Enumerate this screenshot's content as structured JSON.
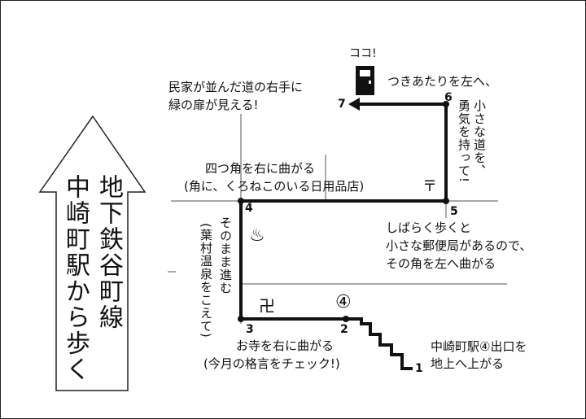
{
  "title_col1": "地下鉄谷町線",
  "title_col2": "中崎町駅から歩く",
  "goal_label": "ココ!",
  "points": {
    "p1": "1",
    "p2": "2",
    "p3": "3",
    "p4": "4",
    "p5": "5",
    "p6": "6",
    "p7": "7"
  },
  "exit_mark": "④",
  "temple_mark": "卍",
  "hotspring_mark": "♨",
  "post_office_mark": "〒",
  "notes": {
    "step1": [
      "中崎町駅④出口を",
      "地上へ上がる"
    ],
    "step3": [
      "お寺を右に曲がる",
      "(今月の格言をチェック!)"
    ],
    "step3_4": "そのまま進む",
    "step3_4_paren": "(葉村温泉をこえて)",
    "step4": [
      "四つ角を右に曲がる",
      "(角に、くろねこのいる日用品店)"
    ],
    "step5": [
      "しばらく歩くと",
      "小さな郵便局があるので、",
      "その角を左へ曲がる"
    ],
    "step5_6": [
      "小さな道を、",
      "勇気を持って!"
    ],
    "step6": "つきあたりを左へ、",
    "step7": [
      "民家が並んだ道の右手に",
      "緑の扉が見える!"
    ]
  },
  "colors": {
    "route": "#111111",
    "road": "#555555"
  }
}
